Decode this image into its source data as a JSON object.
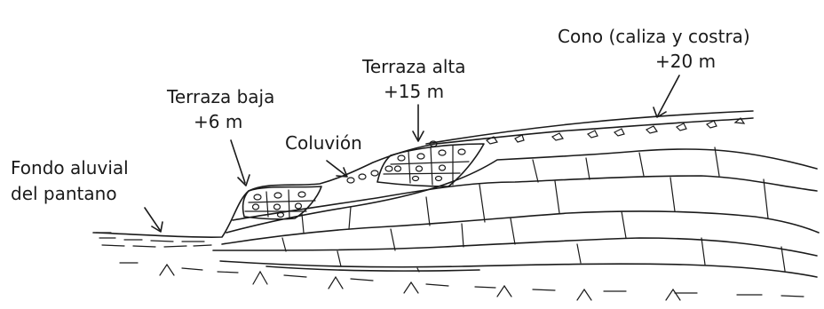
{
  "labels": {
    "cono_line1": "Cono (caliza y costra)",
    "cono_line2": "+20 m",
    "terraza_alta_line1": "Terraza alta",
    "terraza_alta_line2": "+15 m",
    "terraza_baja_line1": "Terraza baja",
    "terraza_baja_line2": "+6 m",
    "coluvion": "Coluvión",
    "fondo_line1": "Fondo aluvial",
    "fondo_line2": "del pantano"
  },
  "colors": {
    "ink": "#1a1a1a",
    "background": "#ffffff"
  }
}
